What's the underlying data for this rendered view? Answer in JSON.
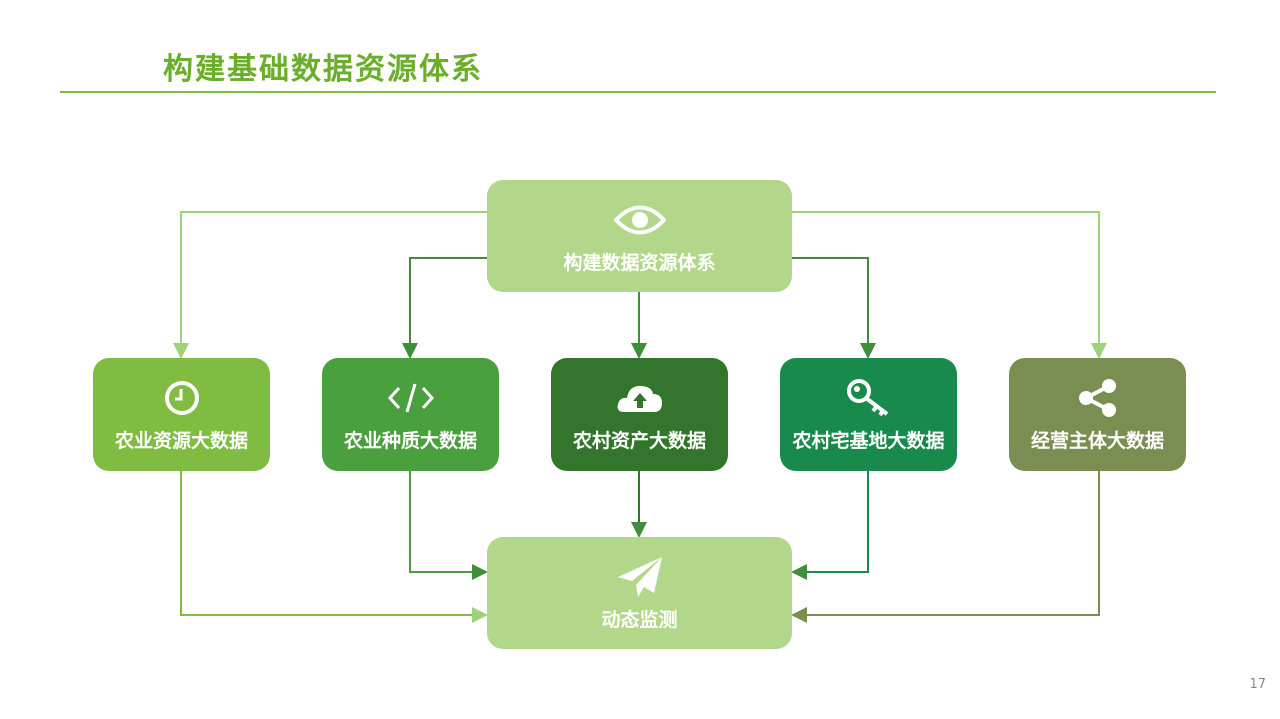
{
  "title": "构建基础数据资源体系",
  "top_box": {
    "label": "构建数据资源体系",
    "icon": "eye-icon"
  },
  "bottom_box": {
    "label": "动态监测",
    "icon": "paper-plane-icon"
  },
  "categories": [
    {
      "label": "农业资源大数据",
      "icon": "clock-icon",
      "color": "#80bc41"
    },
    {
      "label": "农业种质大数据",
      "icon": "code-icon",
      "color": "#4a9f3e"
    },
    {
      "label": "农村资产大数据",
      "icon": "cloud-upload-icon",
      "color": "#33752d"
    },
    {
      "label": "农村宅基地大数据",
      "icon": "key-icon",
      "color": "#178a4c"
    },
    {
      "label": "经营主体大数据",
      "icon": "share-icon",
      "color": "#7a8e52"
    }
  ],
  "page_number": "17"
}
